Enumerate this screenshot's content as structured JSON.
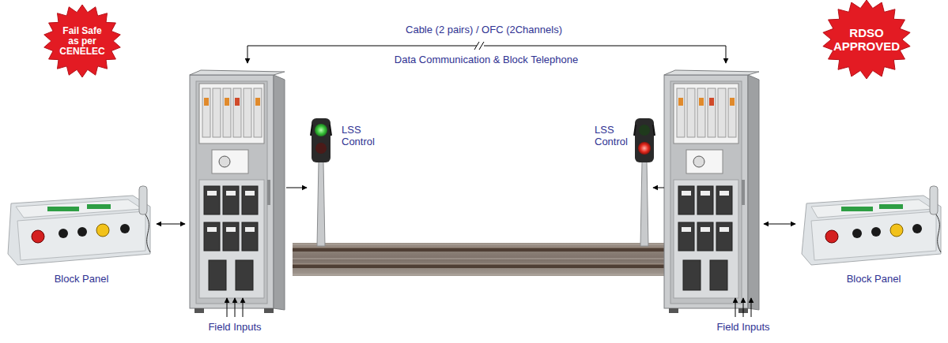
{
  "diagram": {
    "nodes": [
      {
        "text": [
          "Fail Safe as per CENELEC"
        ]
      },
      {
        "text": [
          "RDSO APPROVED"
        ]
      },
      {
        "text": [
          "Block Panel"
        ]
      },
      {
        "text": [
          "Block Panel"
        ]
      }
    ],
    "labels": [
      "Cable (2 pairs) / OFC (2Channels)",
      "Data Communication & Block Telephone",
      "LSS Control",
      "LSS Control",
      "Field Inputs",
      "Field Inputs"
    ]
  }
}
